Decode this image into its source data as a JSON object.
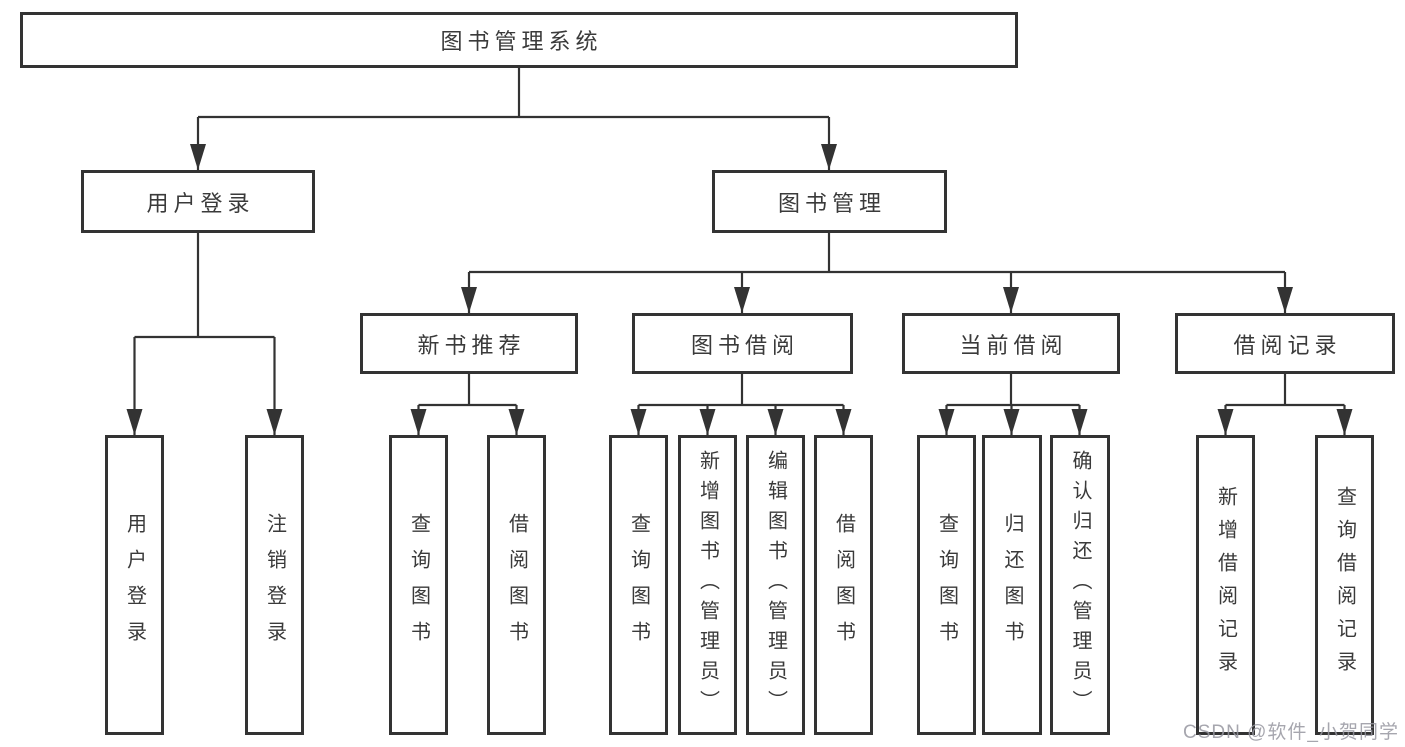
{
  "watermark": "CSDN @软件_小贺同学",
  "colors": {
    "line": "#333333",
    "border": "#333333",
    "text": "#3a3a3a",
    "background": "#ffffff",
    "watermark": "#9696a0"
  },
  "tree": {
    "root": {
      "label": "图书管理系统"
    },
    "branches": [
      {
        "label": "用户登录",
        "leaves": [
          {
            "label": "用户登录"
          },
          {
            "label": "注销登录"
          }
        ]
      },
      {
        "label": "图书管理",
        "groups": [
          {
            "label": "新书推荐",
            "leaves": [
              {
                "label": "查询图书"
              },
              {
                "label": "借阅图书"
              }
            ]
          },
          {
            "label": "图书借阅",
            "leaves": [
              {
                "label": "查询图书"
              },
              {
                "label": "新增图书（管理员）"
              },
              {
                "label": "编辑图书（管理员）"
              },
              {
                "label": "借阅图书"
              }
            ]
          },
          {
            "label": "当前借阅",
            "leaves": [
              {
                "label": "查询图书"
              },
              {
                "label": "归还图书"
              },
              {
                "label": "确认归还（管理员）"
              }
            ]
          },
          {
            "label": "借阅记录",
            "leaves": [
              {
                "label": "新增借阅记录"
              },
              {
                "label": "查询借阅记录"
              }
            ]
          }
        ]
      }
    ]
  }
}
